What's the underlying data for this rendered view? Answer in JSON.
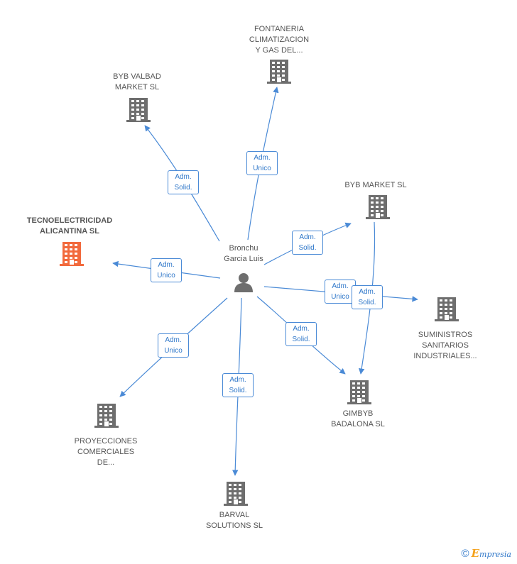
{
  "colors": {
    "edge": "#4a8ad6",
    "building": "#6e6e6e",
    "highlight": "#f26a3d",
    "person": "#6e6e6e"
  },
  "center": {
    "name": "Bronchu\nGarcia Luis",
    "icon": "person-icon"
  },
  "companies": [
    {
      "id": "fontaneria",
      "name": "FONTANERIA\nCLIMATIZACION\nY GAS DEL...",
      "icon": "building-icon"
    },
    {
      "id": "byb-valbad",
      "name": "BYB VALBAD\nMARKET  SL",
      "icon": "building-icon"
    },
    {
      "id": "byb-market",
      "name": "BYB MARKET SL",
      "icon": "building-icon"
    },
    {
      "id": "tecnoelectricidad",
      "name": "TECNOELECTRICIDAD\nALICANTINA SL",
      "icon": "building-icon",
      "highlighted": true
    },
    {
      "id": "suministros",
      "name": "SUMINISTROS\nSANITARIOS\nINDUSTRIALES...",
      "icon": "building-icon"
    },
    {
      "id": "gimbyb",
      "name": "GIMBYB\nBADALONA  SL",
      "icon": "building-icon"
    },
    {
      "id": "proyecciones",
      "name": "PROYECCIONES\nCOMERCIALES\nDE...",
      "icon": "building-icon"
    },
    {
      "id": "barval",
      "name": "BARVAL\nSOLUTIONS SL",
      "icon": "building-icon"
    }
  ],
  "relations": [
    {
      "from": "center",
      "to": "fontaneria",
      "label": "Adm.\nUnico"
    },
    {
      "from": "center",
      "to": "byb-valbad",
      "label": "Adm.\nSolid."
    },
    {
      "from": "center",
      "to": "byb-market",
      "label": "Adm.\nSolid."
    },
    {
      "from": "center",
      "to": "tecnoelectricidad",
      "label": "Adm.\nUnico"
    },
    {
      "from": "center",
      "to": "suministros",
      "label": "Adm.\nUnico"
    },
    {
      "from": "byb-market",
      "to": "gimbyb",
      "label": "Adm.\nSolid."
    },
    {
      "from": "center",
      "to": "gimbyb",
      "label": "Adm.\nSolid."
    },
    {
      "from": "center",
      "to": "proyecciones",
      "label": "Adm.\nUnico"
    },
    {
      "from": "center",
      "to": "barval",
      "label": "Adm.\nSolid."
    }
  ],
  "footer": {
    "copyright": "©",
    "brand_initial": "E",
    "brand_rest": "mpresia"
  }
}
